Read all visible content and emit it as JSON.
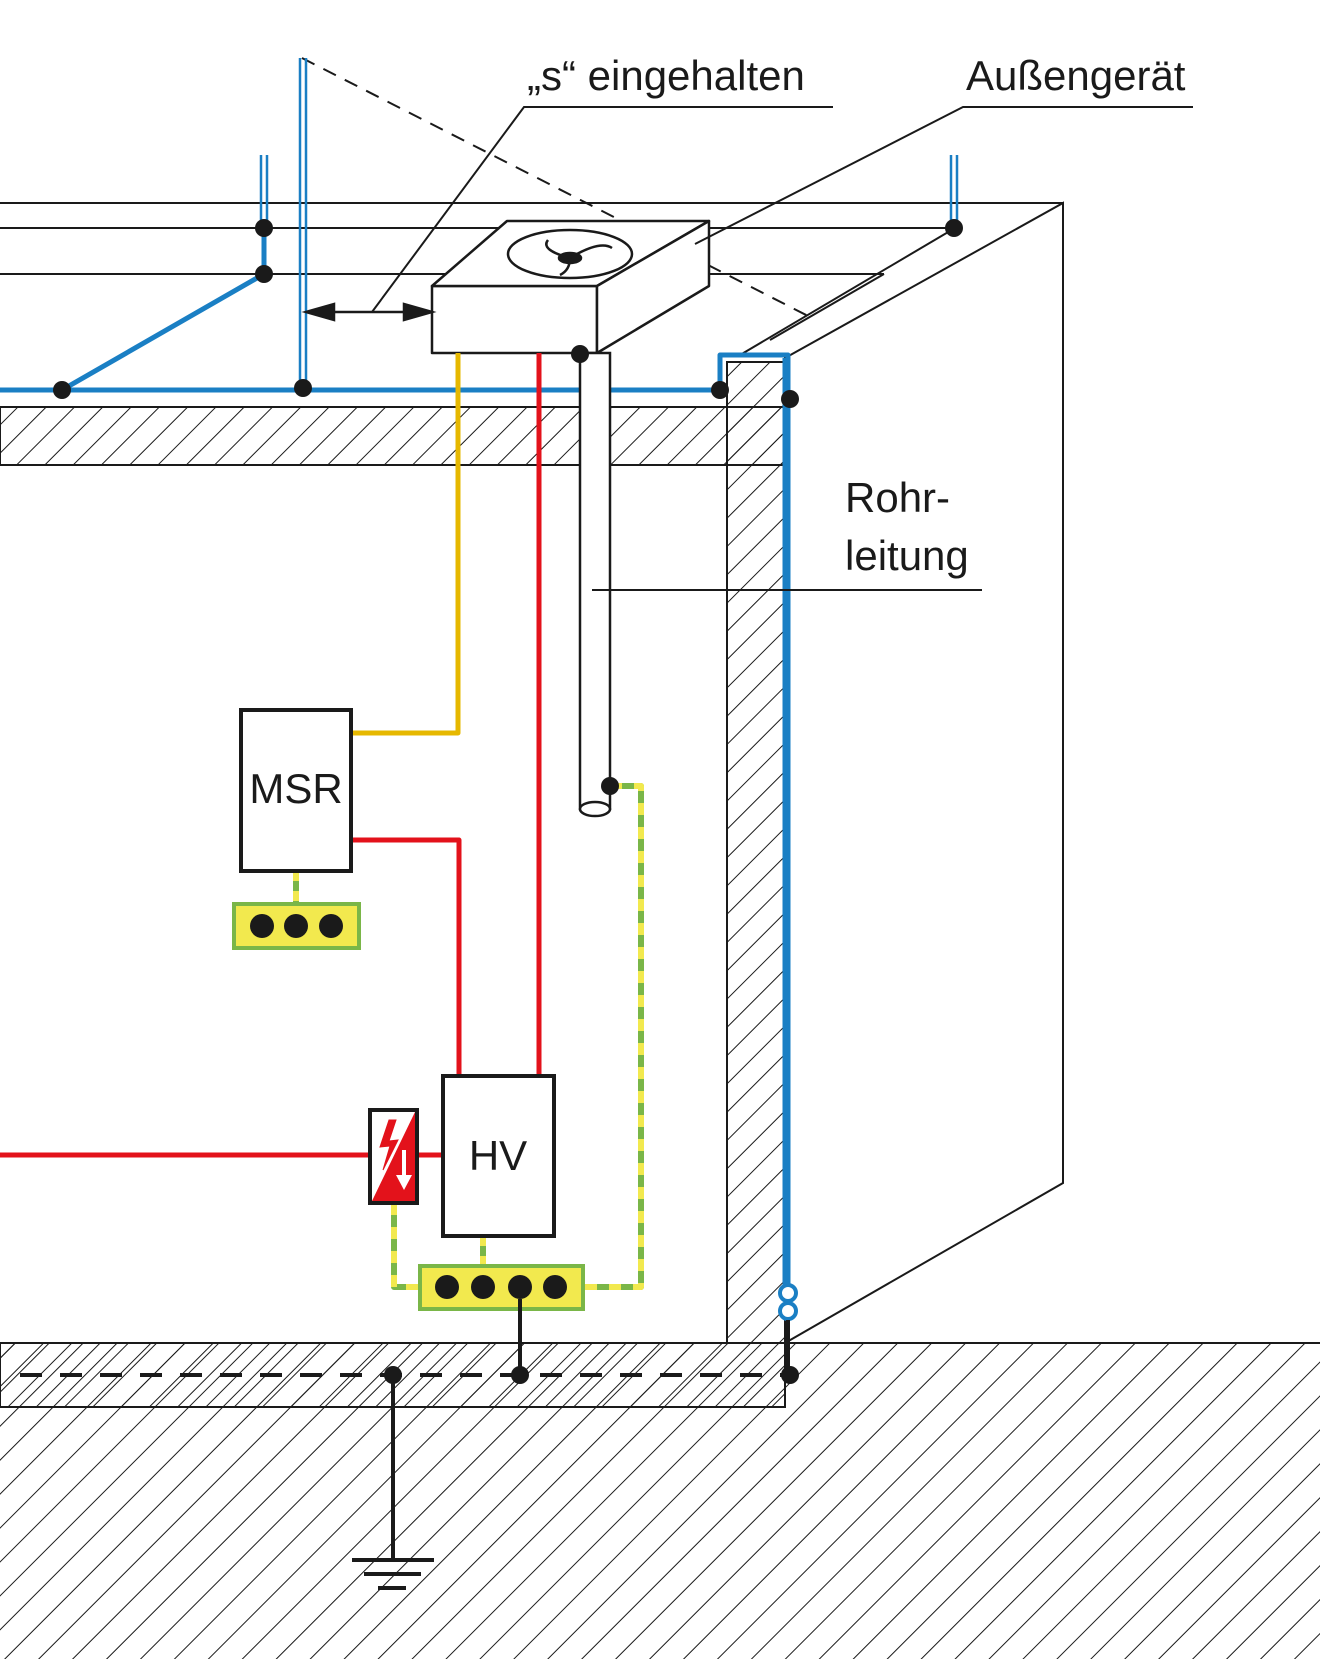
{
  "labels": {
    "s_kept": "„s“ eingehalten",
    "outdoor_unit": "Außengerät",
    "pipe_line1": "Rohr-",
    "pipe_line2": "leitung"
  },
  "boxes": {
    "msr": "MSR",
    "hv": "HV"
  },
  "colors": {
    "lightning_protection": "#1a7fc4",
    "power": "#e3121b",
    "control": "#e6b800",
    "equipotential_yellow": "#f2e94e",
    "equipotential_green": "#7ab648",
    "black": "#1a1a1a"
  }
}
